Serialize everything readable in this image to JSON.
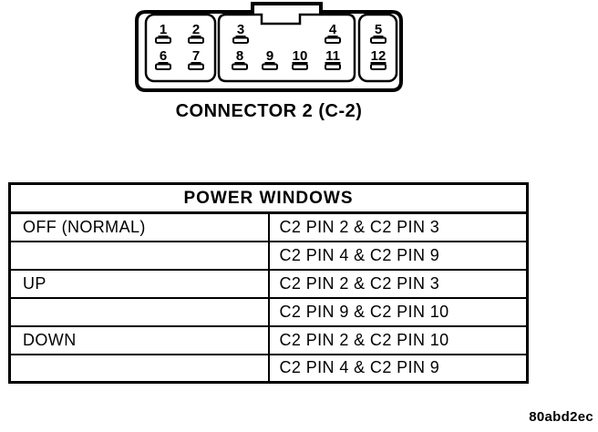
{
  "palette": {
    "ink": "#000000",
    "paper": "#ffffff"
  },
  "connector": {
    "label": "CONNECTOR 2 (C-2)",
    "pins": [
      "1",
      "2",
      "3",
      "4",
      "5",
      "6",
      "7",
      "8",
      "9",
      "10",
      "11",
      "12"
    ]
  },
  "table": {
    "title": "POWER WINDOWS",
    "rows": [
      {
        "action": "OFF (NORMAL)",
        "pins": "C2 PIN 2 & C2 PIN 3"
      },
      {
        "action": "",
        "pins": "C2 PIN 4 & C2 PIN 9"
      },
      {
        "action": "UP",
        "pins": "C2 PIN 2 & C2 PIN 3"
      },
      {
        "action": "",
        "pins": "C2 PIN 9 & C2 PIN 10"
      },
      {
        "action": "DOWN",
        "pins": "C2 PIN 2 & C2 PIN 10"
      },
      {
        "action": "",
        "pins": "C2 PIN 4 & C2 PIN 9"
      }
    ]
  },
  "figure_id": "80abd2ec"
}
